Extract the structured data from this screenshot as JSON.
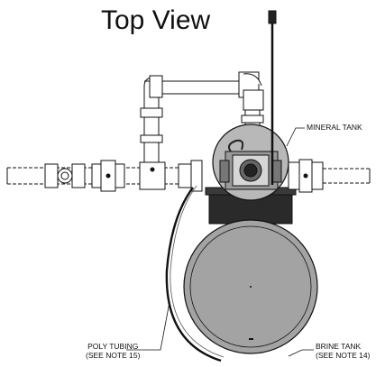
{
  "title": "Top View",
  "callouts": {
    "mineral_tank": "MINERAL TANK",
    "poly_tubing": "POLY TUBING",
    "poly_tubing_note": "(SEE NOTE 15)",
    "brine_tank": "BRINE TANK",
    "brine_tank_note": "(SEE NOTE 14)"
  },
  "colors": {
    "line": "#111111",
    "brine_tank_fill": "#a3a3a3",
    "mineral_tank_fill": "#b8b8b8",
    "base_fill": "#2a2a2a"
  }
}
